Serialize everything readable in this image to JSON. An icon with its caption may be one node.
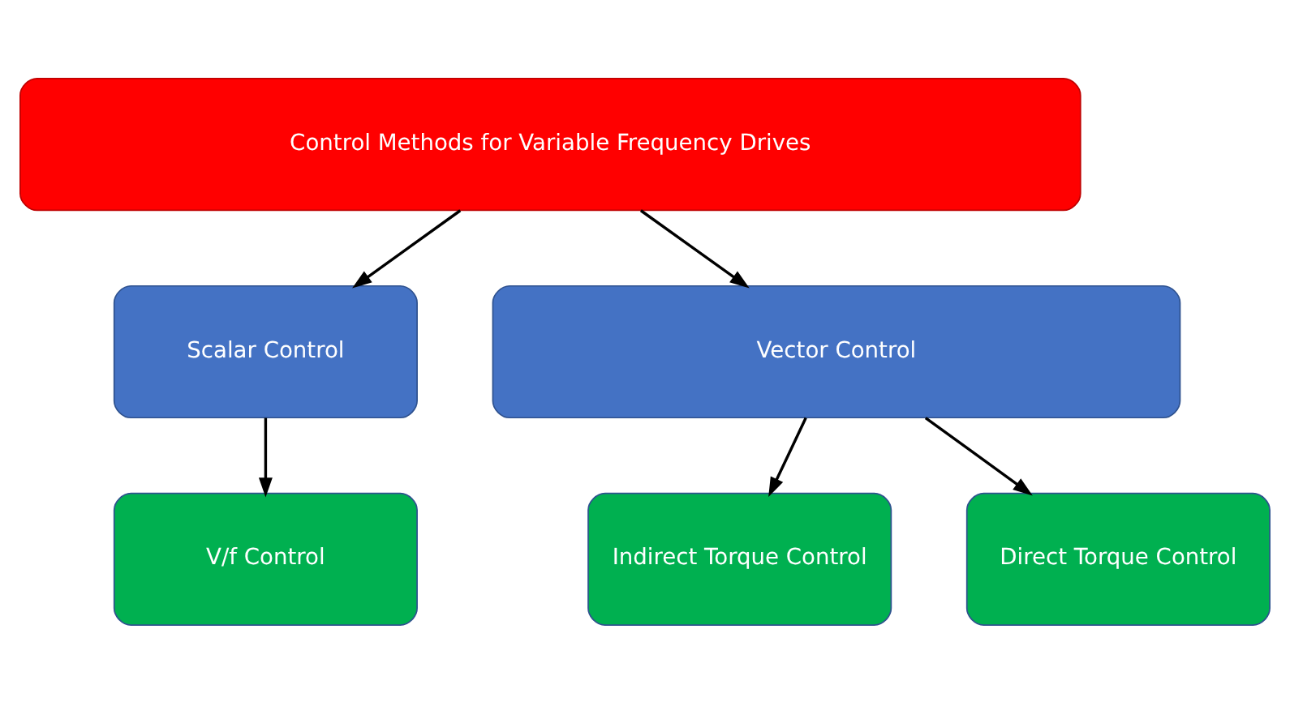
{
  "diagram": {
    "nodes": [
      {
        "text": [
          "Control Methods for Variable Frequency Drives"
        ]
      },
      {
        "text": [
          "Scalar Control"
        ]
      },
      {
        "text": [
          "Vector Control"
        ]
      },
      {
        "text": [
          "V/f Control"
        ]
      },
      {
        "text": [
          "Indirect Torque Control"
        ]
      },
      {
        "text": [
          "Direct Torque Control"
        ]
      }
    ],
    "edges": [
      {
        "from": 0,
        "to": 1,
        "arrow": "to"
      },
      {
        "from": 0,
        "to": 2,
        "arrow": "to"
      },
      {
        "from": 1,
        "to": 3,
        "arrow": "to"
      },
      {
        "from": 2,
        "to": 4,
        "arrow": "to"
      },
      {
        "from": 2,
        "to": 5,
        "arrow": "to"
      }
    ]
  }
}
